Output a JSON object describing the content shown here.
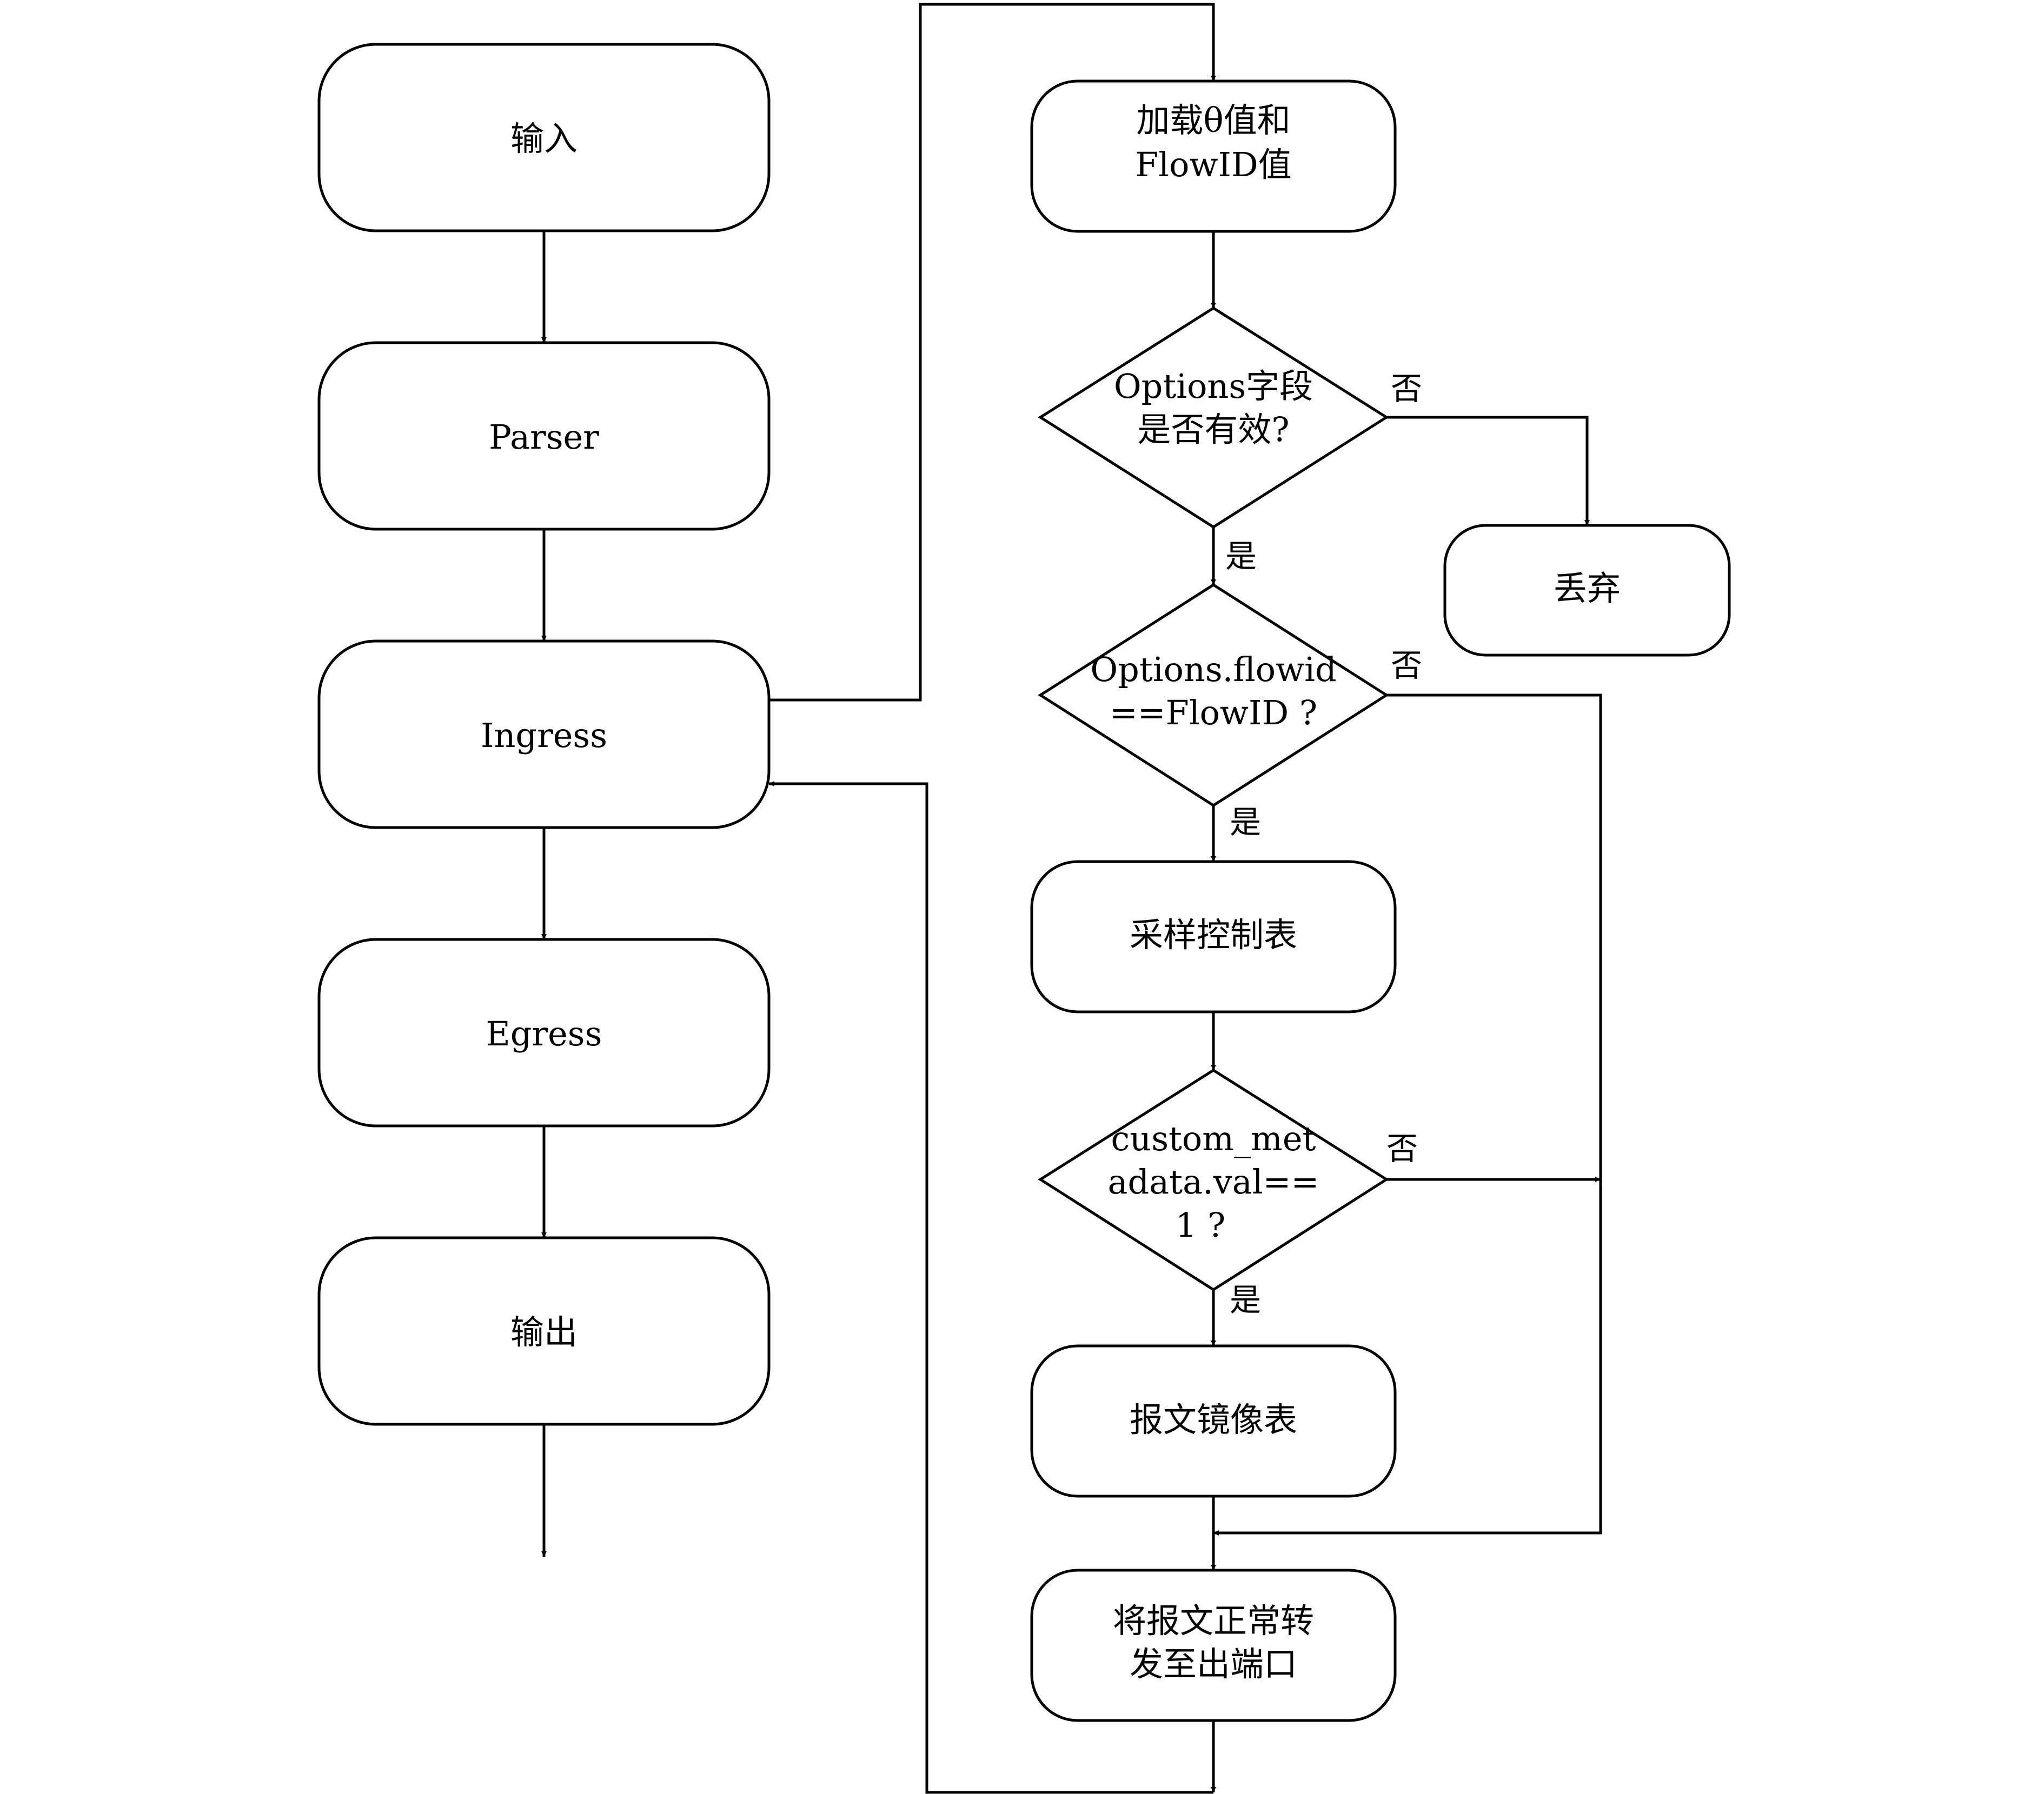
{
  "left_flow": {
    "input": "输入",
    "parser": "Parser",
    "ingress": "Ingress",
    "egress": "Egress",
    "output": "输出"
  },
  "right_flow": {
    "load_values": [
      "加载θ值和",
      "FlowID值"
    ],
    "options_valid": [
      "Options字段",
      "是否有效?"
    ],
    "discard": "丢弃",
    "flowid_match": [
      "Options.flowid",
      "==FlowID ?"
    ],
    "sampling_table": "采样控制表",
    "metadata_check": [
      "custom_met",
      "adata.val==",
      "1 ?"
    ],
    "mirror_table": "报文镜像表",
    "forward": [
      "将报文正常转",
      "发至出端口"
    ]
  },
  "edge_labels": {
    "yes": "是",
    "no": "否"
  }
}
